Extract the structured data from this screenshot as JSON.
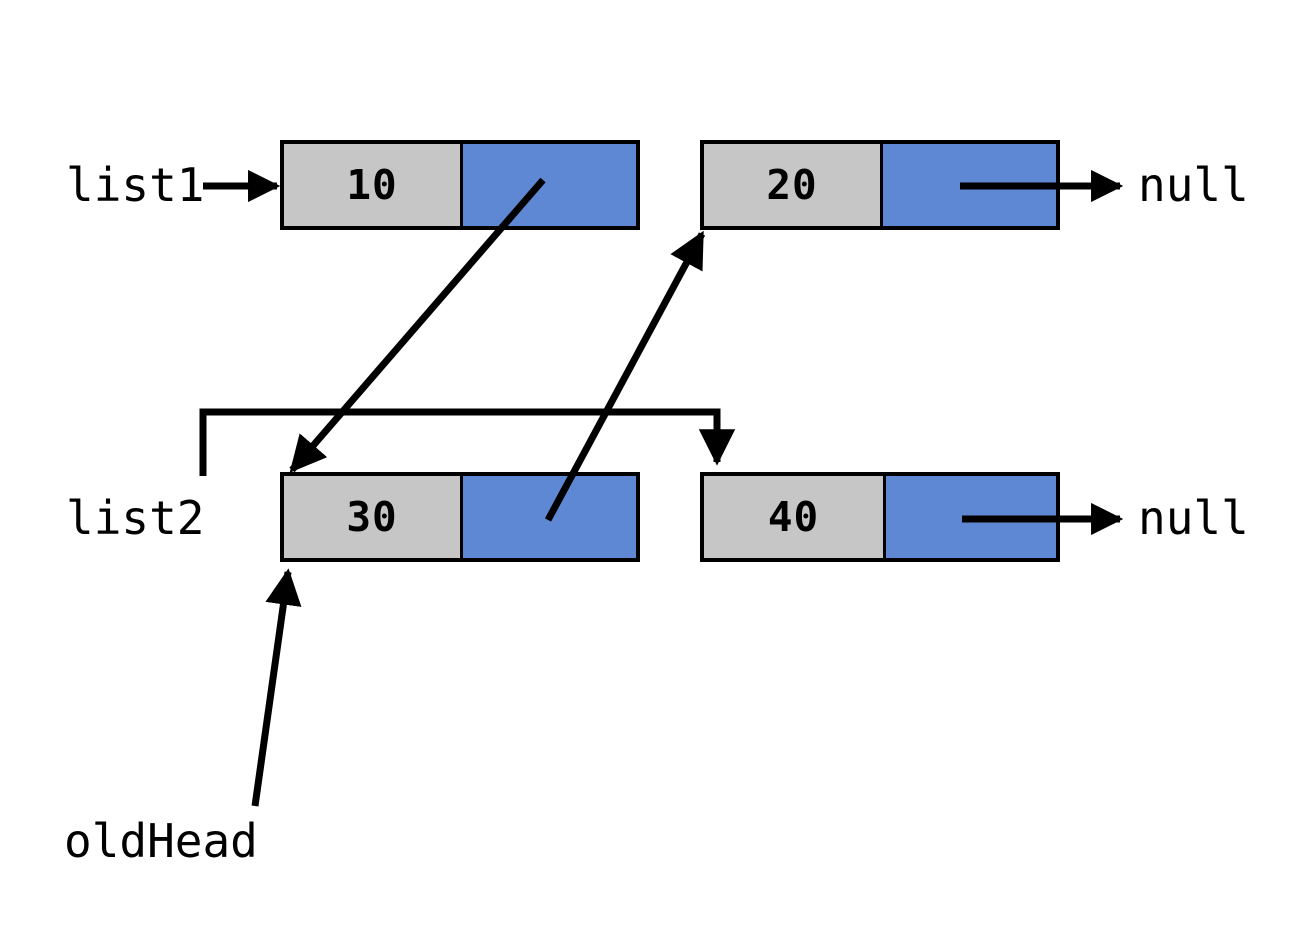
{
  "diagram": {
    "title": "Linked list pointer reassignment diagram",
    "colors": {
      "data_cell": "#c6c6c6",
      "pointer_cell": "#5f88d4",
      "stroke": "#000000",
      "background": "#ffffff"
    },
    "labels": {
      "list1": "list1",
      "list2": "list2",
      "oldHead": "oldHead",
      "null_top": "null",
      "null_bottom": "null"
    },
    "nodes": [
      {
        "id": "node-10",
        "value": "10",
        "row": "top",
        "position": "first"
      },
      {
        "id": "node-20",
        "value": "20",
        "row": "top",
        "position": "second"
      },
      {
        "id": "node-30",
        "value": "30",
        "row": "bottom",
        "position": "first"
      },
      {
        "id": "node-40",
        "value": "40",
        "row": "bottom",
        "position": "second"
      }
    ],
    "edges": [
      {
        "id": "edge-list1-to-node10",
        "from": "list1",
        "to": "node-10",
        "style": "straight-right"
      },
      {
        "id": "edge-node10-to-node30",
        "from": "node-10.next",
        "to": "node-30",
        "style": "diagonal-down-left"
      },
      {
        "id": "edge-node20-to-null",
        "from": "node-20.next",
        "to": "null",
        "style": "straight-right"
      },
      {
        "id": "edge-node30-to-node20",
        "from": "node-30.next",
        "to": "node-20",
        "style": "diagonal-up-right"
      },
      {
        "id": "edge-node40-to-null",
        "from": "node-40.next",
        "to": "null",
        "style": "straight-right"
      },
      {
        "id": "edge-list2-to-node40",
        "from": "list2",
        "to": "node-40",
        "style": "orthogonal-elbow"
      },
      {
        "id": "edge-oldhead-to-node30",
        "from": "oldHead",
        "to": "node-30",
        "style": "diagonal-up-right"
      }
    ]
  }
}
